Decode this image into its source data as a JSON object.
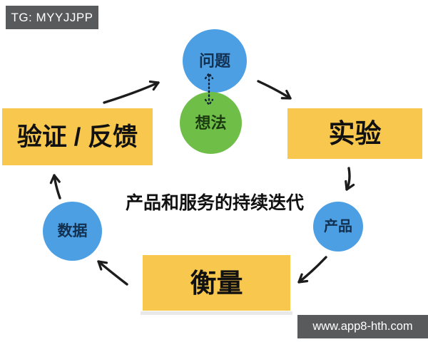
{
  "watermarks": {
    "telegram": "TG: MYYJJPP",
    "website": "www.app8-hth.com"
  },
  "title": "产品和服务的持续迭代",
  "nodes": {
    "problem": {
      "label": "问题",
      "shape": "circle",
      "color_key": "circle_blue"
    },
    "idea": {
      "label": "想法",
      "shape": "circle",
      "color_key": "circle_green"
    },
    "verify_feedback": {
      "label": "验证 / 反馈",
      "shape": "box",
      "color_key": "box_yellow"
    },
    "experiment": {
      "label": "实验",
      "shape": "box",
      "color_key": "box_yellow"
    },
    "data": {
      "label": "数据",
      "shape": "circle",
      "color_key": "circle_blue"
    },
    "product": {
      "label": "产品",
      "shape": "circle",
      "color_key": "circle_blue"
    },
    "measure": {
      "label": "衡量",
      "shape": "box",
      "color_key": "box_yellow"
    }
  },
  "edges": [
    {
      "from": "verify_feedback",
      "to": "problem",
      "style": "solid"
    },
    {
      "from": "problem",
      "to": "experiment",
      "style": "solid"
    },
    {
      "from": "experiment",
      "to": "product",
      "style": "solid"
    },
    {
      "from": "product",
      "to": "measure",
      "style": "solid"
    },
    {
      "from": "measure",
      "to": "data",
      "style": "solid"
    },
    {
      "from": "data",
      "to": "verify_feedback",
      "style": "solid"
    },
    {
      "from": "problem",
      "to": "idea",
      "style": "dotted-bidirectional"
    }
  ],
  "colors": {
    "box_yellow": "#F8C74E",
    "circle_blue": "#4D9FE3",
    "circle_green": "#6EBE48",
    "watermark_gray": "#595A5C",
    "arrow_black": "#1C1C1C",
    "node_text_blue": "#123050",
    "node_text_green": "#1C3A10",
    "box_text": "#111111"
  }
}
